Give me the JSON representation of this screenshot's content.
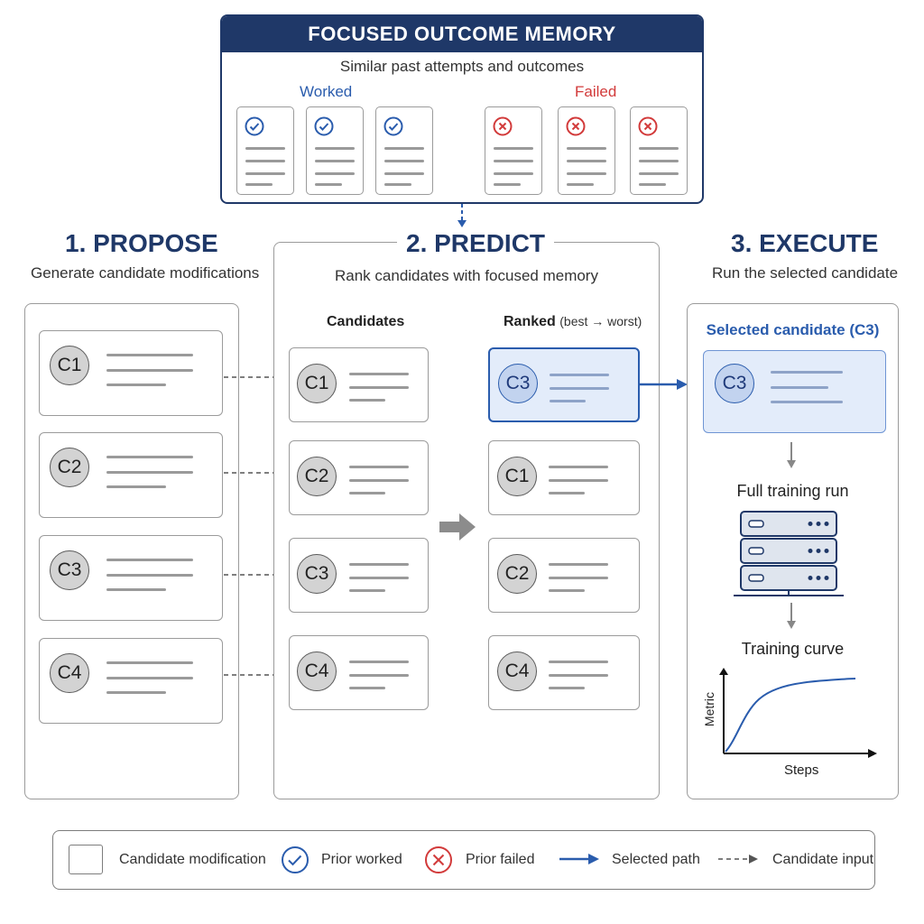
{
  "memory": {
    "title": "FOCUSED OUTCOME MEMORY",
    "subtitle": "Similar past attempts and outcomes",
    "worked_label": "Worked",
    "failed_label": "Failed",
    "colors": {
      "header": "#1f3868",
      "worked": "#2a5cad",
      "failed": "#d23a3a"
    }
  },
  "propose": {
    "title": "1. PROPOSE",
    "subtitle": "Generate candidate modifications",
    "candidates": [
      "C1",
      "C2",
      "C3",
      "C4"
    ]
  },
  "predict": {
    "title": "2. PREDICT",
    "subtitle": "Rank candidates with focused memory",
    "candidates_header": "Candidates",
    "ranked_header": "Ranked",
    "ranked_note": "(best → worst)",
    "candidates": [
      "C1",
      "C2",
      "C3",
      "C4"
    ],
    "ranked": [
      "C3",
      "C1",
      "C2",
      "C4"
    ]
  },
  "execute": {
    "title": "3. EXECUTE",
    "subtitle": "Run the selected candidate",
    "selected_label": "Selected candidate (C3)",
    "selected": "C3",
    "full_run_label": "Full training run",
    "curve_label": "Training curve",
    "y_axis": "Metric",
    "x_axis": "Steps"
  },
  "legend": {
    "candidate": "Candidate modification",
    "worked": "Prior worked",
    "failed": "Prior failed",
    "selected": "Selected path",
    "input": "Candidate input"
  }
}
